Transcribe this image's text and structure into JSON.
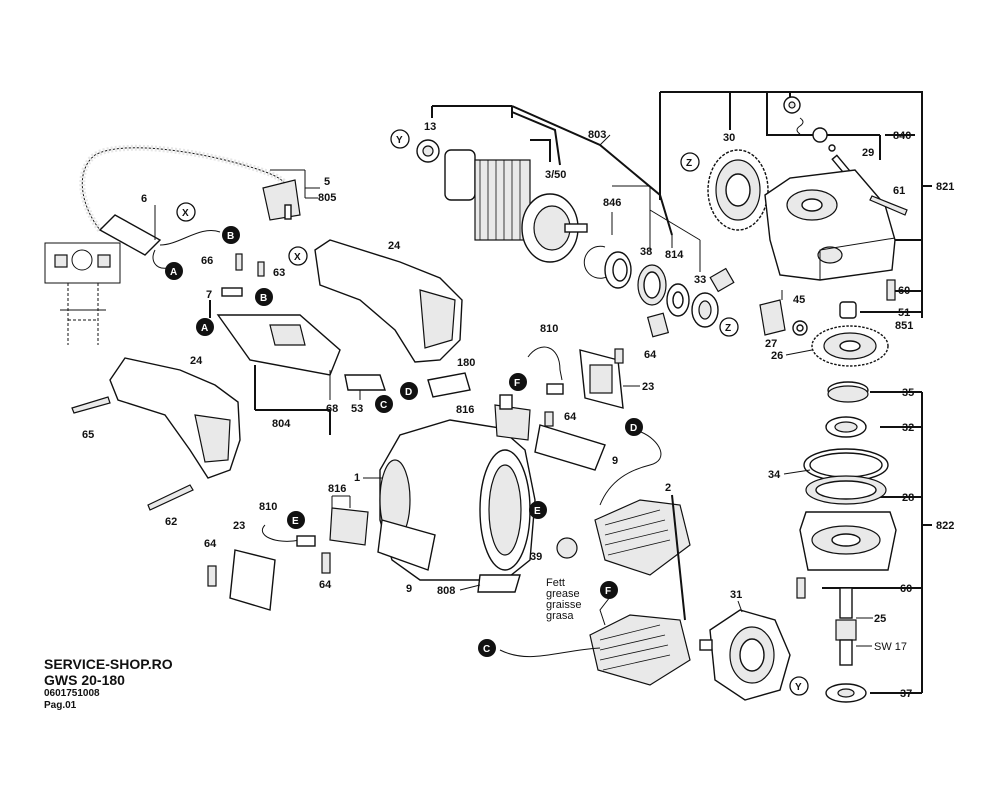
{
  "footer": {
    "shop": "SERVICE-SHOP.RO",
    "model": "GWS 20-180",
    "code": "0601751008",
    "page": "Pag.01"
  },
  "grease_note": [
    "Fett",
    "grease",
    "graisse",
    "grasa"
  ],
  "part_labels": {
    "p13": "13",
    "p803": "803",
    "p350": "3/50",
    "p846": "846",
    "p38": "38",
    "p814": "814",
    "p33": "33",
    "p30": "30",
    "p840": "840",
    "p29": "29",
    "p821": "821",
    "p61": "61",
    "p60a": "60",
    "p51": "51",
    "p851": "851",
    "p45": "45",
    "p27": "27",
    "p26": "26",
    "p35": "35",
    "p32": "32",
    "p34": "34",
    "p28": "28",
    "p822": "822",
    "p60b": "60",
    "p25": "25",
    "sw17": "SW 17",
    "p37": "37",
    "p5": "5",
    "p805": "805",
    "p6": "6",
    "p24a": "24",
    "p66": "66",
    "p63": "63",
    "p7": "7",
    "p68": "68",
    "p53": "53",
    "p804": "804",
    "p24b": "24",
    "p65": "65",
    "p62": "62",
    "p810a": "810",
    "p64a": "64",
    "p23a": "23",
    "p180": "180",
    "p816a": "816",
    "p64b": "64",
    "p9a": "9",
    "p1": "1",
    "p2": "2",
    "p39": "39",
    "p816b": "816",
    "p810b": "810",
    "p23b": "23",
    "p64c": "64",
    "p64d": "64",
    "p9b": "9",
    "p808": "808",
    "p31": "31"
  },
  "markers": {
    "A": "A",
    "B": "B",
    "C": "C",
    "D": "D",
    "E": "E",
    "F": "F",
    "X": "X",
    "Y": "Y",
    "Z": "Z"
  }
}
